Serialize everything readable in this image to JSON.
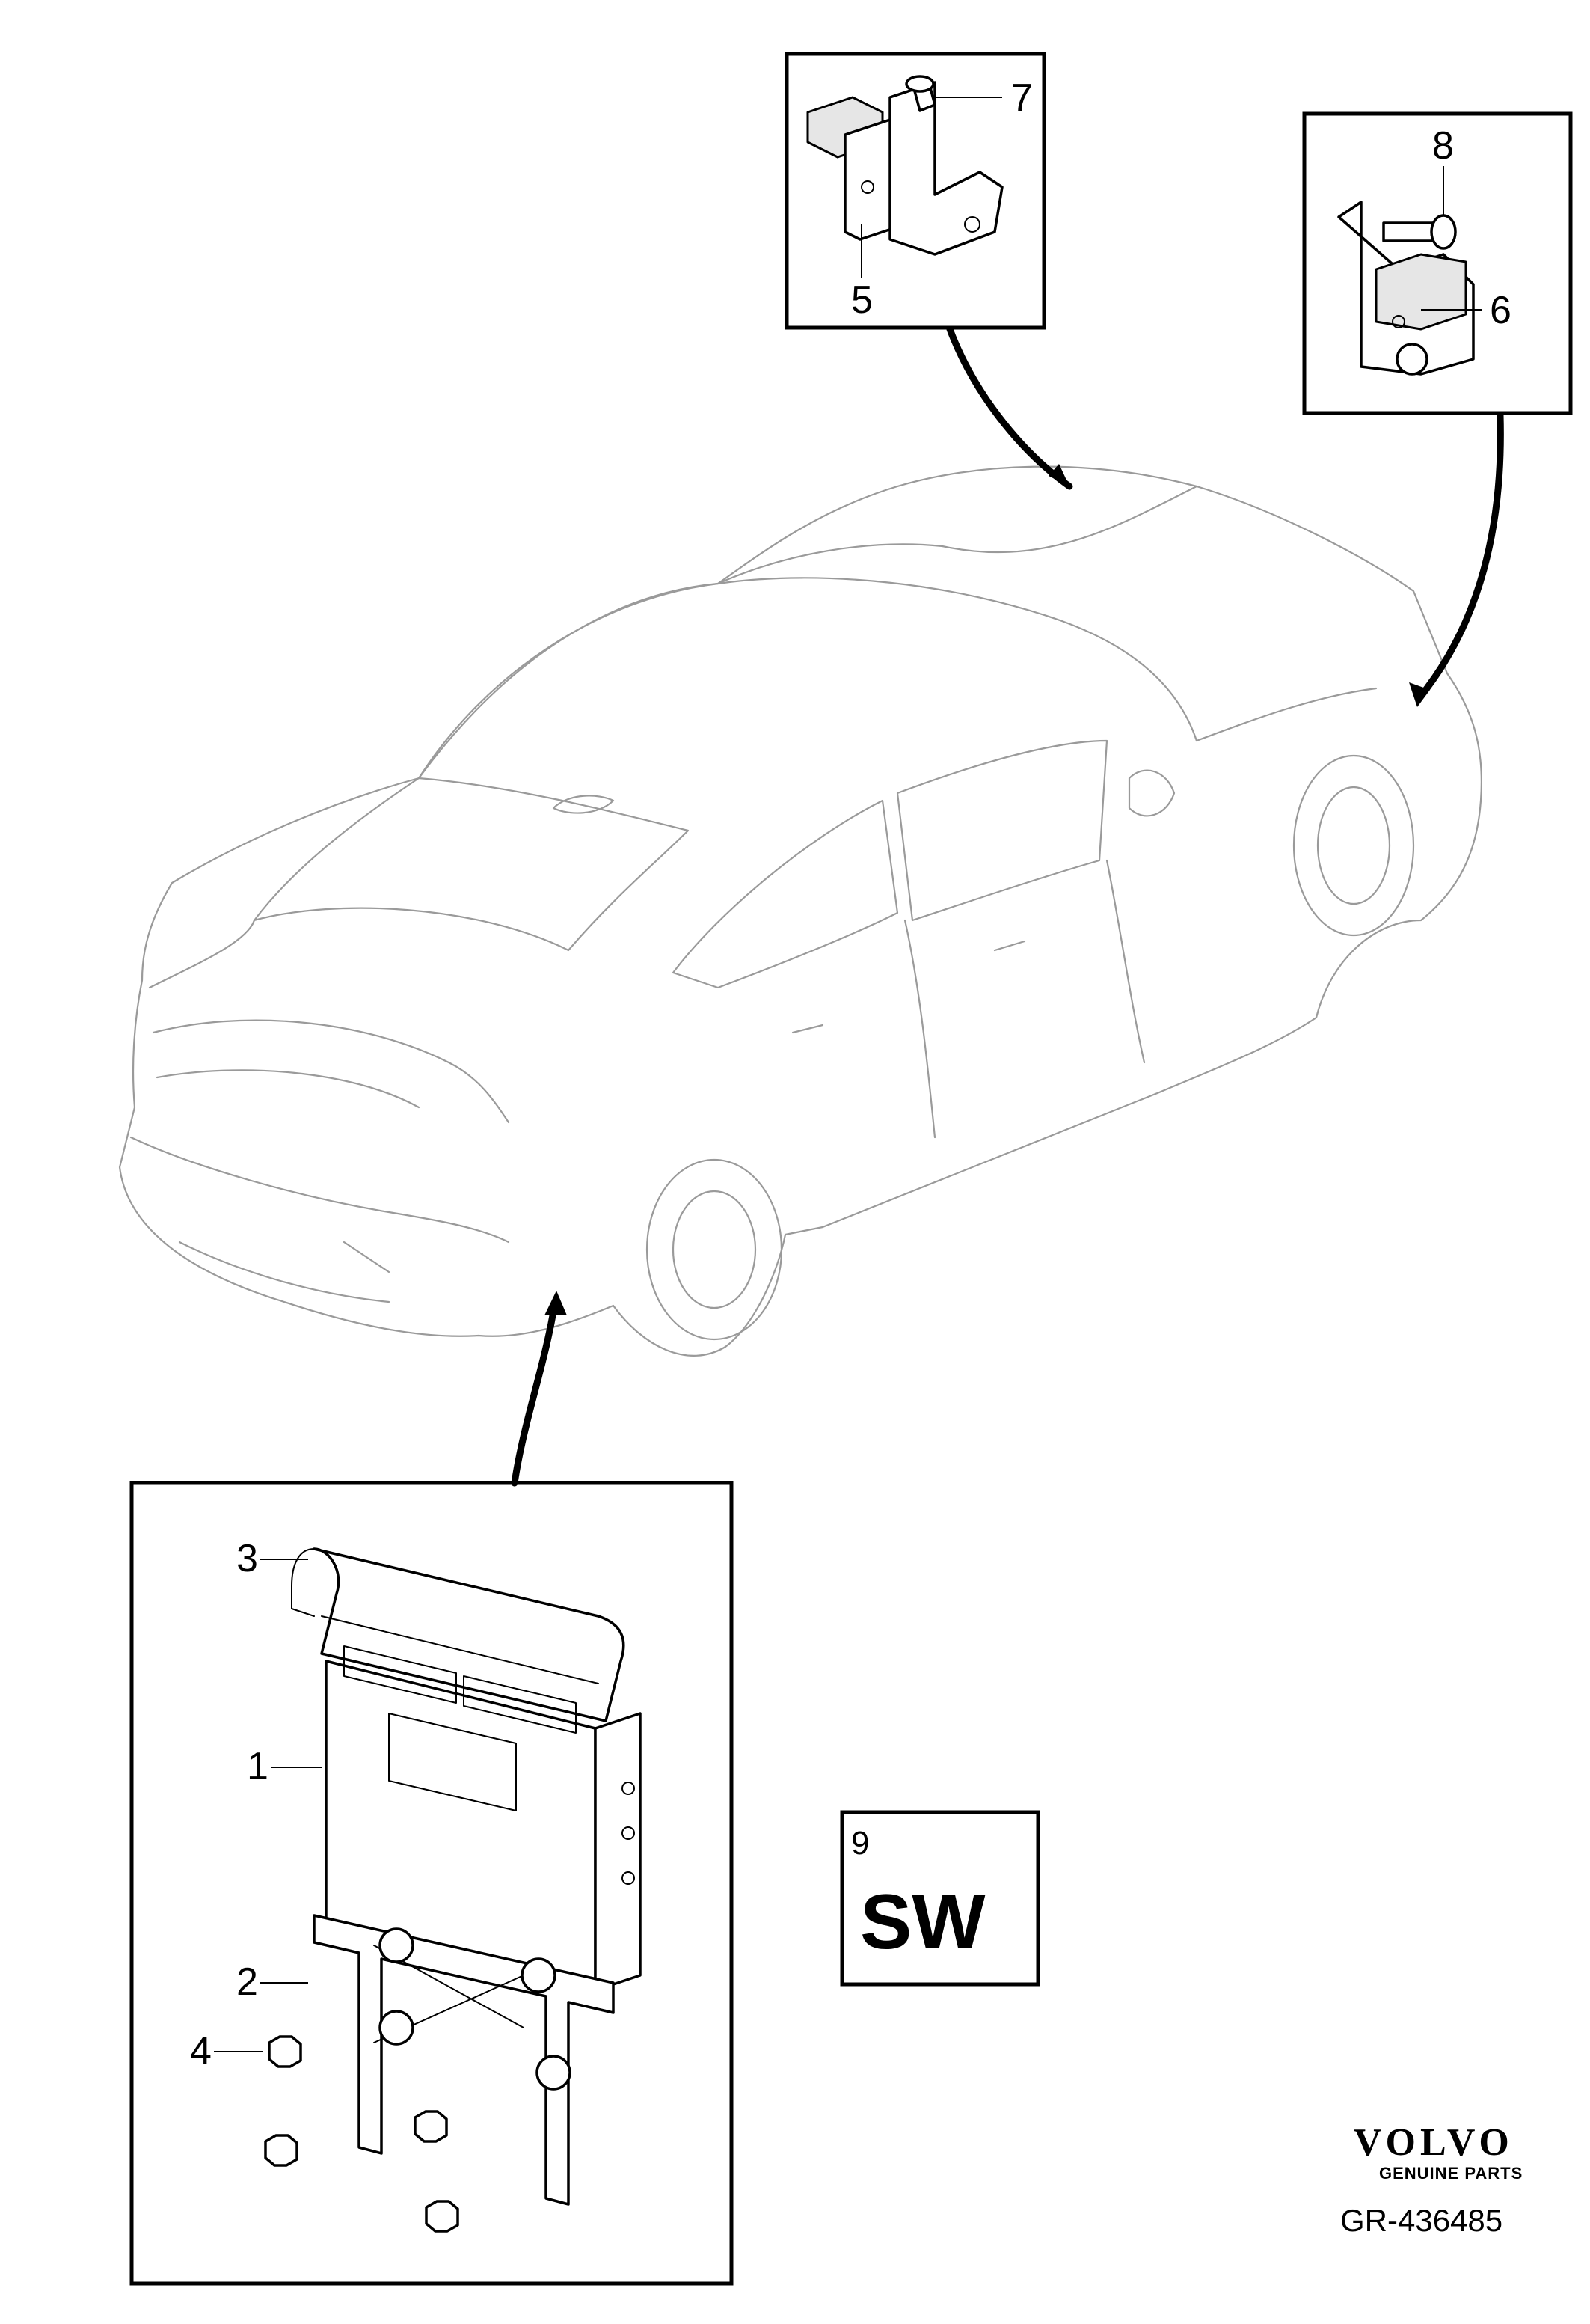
{
  "callouts": [
    "1",
    "2",
    "3",
    "4",
    "5",
    "6",
    "7",
    "8"
  ],
  "sw_box": {
    "number": "9",
    "code": "SW"
  },
  "brand": {
    "name": "VOLVO",
    "tagline": "GENUINE PARTS"
  },
  "reference": "GR-436485",
  "icons": {
    "vehicle": "sedan-car-icon",
    "module": "control-module-icon",
    "bracket": "bracket-icon",
    "sensor": "sensor-icon",
    "cover": "cover-icon",
    "nut": "nut-icon",
    "screw": "screw-icon"
  }
}
